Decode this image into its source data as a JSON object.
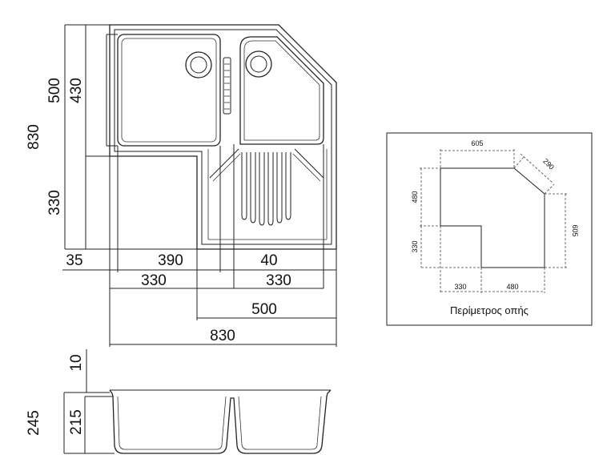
{
  "plan": {
    "dims": {
      "height_total": "830",
      "height_top": "500",
      "height_bowl": "430",
      "height_bottom": "330",
      "w_left_margin": "35",
      "w_left_bowl": "390",
      "w_gap": "40",
      "w_left_330": "330",
      "w_right_330": "330",
      "w_500": "500",
      "w_830": "830"
    }
  },
  "section": {
    "dims": {
      "rim": "10",
      "total_depth": "245",
      "bowl_depth": "215"
    }
  },
  "cutout": {
    "caption": "Περίμετρος οπής",
    "dims": {
      "top": "605",
      "diagonal": "290",
      "left": "480",
      "right": "605",
      "lower_left": "330",
      "bottom_left": "330",
      "bottom_right": "480"
    }
  }
}
